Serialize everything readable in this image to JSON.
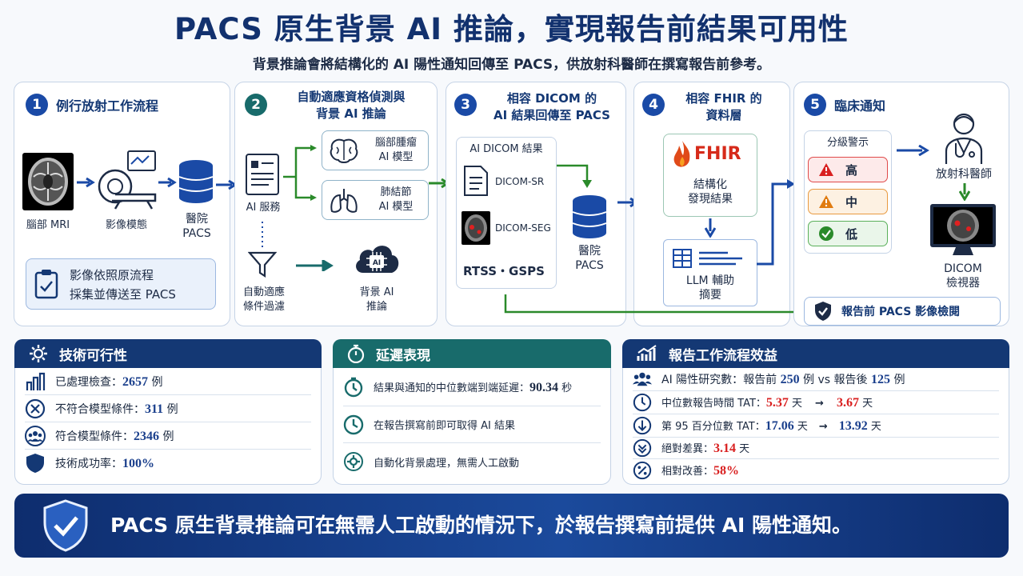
{
  "header": {
    "title": "PACS 原生背景 AI 推論，實現報告前結果可用性",
    "subtitle": "背景推論會將結構化的 AI 陽性通知回傳至 PACS，供放射科醫師在撰寫報告前參考。"
  },
  "steps": {
    "s1": {
      "num": "1",
      "title": "例行放射工作流程",
      "mri": "腦部 MRI",
      "modality": "影像模態",
      "pacs": "醫院\nPACS",
      "note": "影像依照原流程\n採集並傳送至 PACS"
    },
    "s2": {
      "num": "2",
      "title": "自動適應資格偵測與\n背景 AI 推論",
      "service": "AI 服務",
      "model1": "腦部腫瘤\nAI 模型",
      "model2": "肺結節\nAI 模型",
      "filter": "自動適應\n條件過濾",
      "bg": "背景 AI\n推論",
      "chip": "AI"
    },
    "s3": {
      "num": "3",
      "title": "相容 DICOM 的\nAI 結果回傳至 PACS",
      "box_title": "AI DICOM 結果",
      "sr": "DICOM-SR",
      "seg": "DICOM-SEG",
      "rtss": "RTSS・GSPS",
      "pacs": "醫院\nPACS"
    },
    "s4": {
      "num": "4",
      "title": "相容 FHIR 的\n資料層",
      "fhir": "FHIR",
      "structured": "結構化\n發現結果",
      "llm": "LLM 輔助\n摘要"
    },
    "s5": {
      "num": "5",
      "title": "臨床通知",
      "tier_title": "分級警示",
      "high": "高",
      "mid": "中",
      "low": "低",
      "radiologist": "放射科醫師",
      "viewer": "DICOM\n檢視器",
      "review": "報告前 PACS 影像檢閱"
    }
  },
  "tech": {
    "title": "技術可行性",
    "rows": [
      {
        "label": "已處理檢查：",
        "value": "2657",
        "unit": " 例"
      },
      {
        "label": "不符合模型條件：",
        "value": "311",
        "unit": " 例"
      },
      {
        "label": "符合模型條件：",
        "value": "2346",
        "unit": " 例"
      },
      {
        "label": "技術成功率：",
        "value": "100%",
        "unit": ""
      }
    ]
  },
  "latency": {
    "title": "延遲表現",
    "rows": [
      {
        "label": "結果與通知的中位數端到端延遲：",
        "value": "90.34",
        "unit": " 秒"
      },
      {
        "label": "在報告撰寫前即可取得 AI 結果",
        "value": "",
        "unit": ""
      },
      {
        "label": "自動化背景處理，無需人工啟動",
        "value": "",
        "unit": ""
      }
    ]
  },
  "benefit": {
    "title": "報告工作流程效益",
    "r1": {
      "a": "AI 陽性研究數：報告前 ",
      "v1": "250",
      "b": " 例 vs 報告後 ",
      "v2": "125",
      "c": " 例"
    },
    "r2": {
      "a": "中位數報告時間 TAT：",
      "v1": "5.37",
      "b": " 天",
      "arrow": "→",
      "v2": "3.67",
      "c": " 天"
    },
    "r3": {
      "a": "第 95 百分位數 TAT：",
      "v1": "17.06",
      "b": " 天",
      "arrow": "→",
      "v2": "13.92",
      "c": " 天"
    },
    "r4": {
      "a": "絕對差異：",
      "v1": "3.14",
      "b": " 天"
    },
    "r5": {
      "a": "相對改善：",
      "v1": "58%"
    }
  },
  "footer": {
    "text": "PACS 原生背景推論可在無需人工啟動的情況下，於報告撰寫前提供 AI 陽性通知。"
  },
  "colors": {
    "navy": "#12316e",
    "blue": "#1a4aa6",
    "teal": "#186b6b",
    "green": "#2a8a2a",
    "red": "#d92020",
    "orange": "#e07b10"
  }
}
